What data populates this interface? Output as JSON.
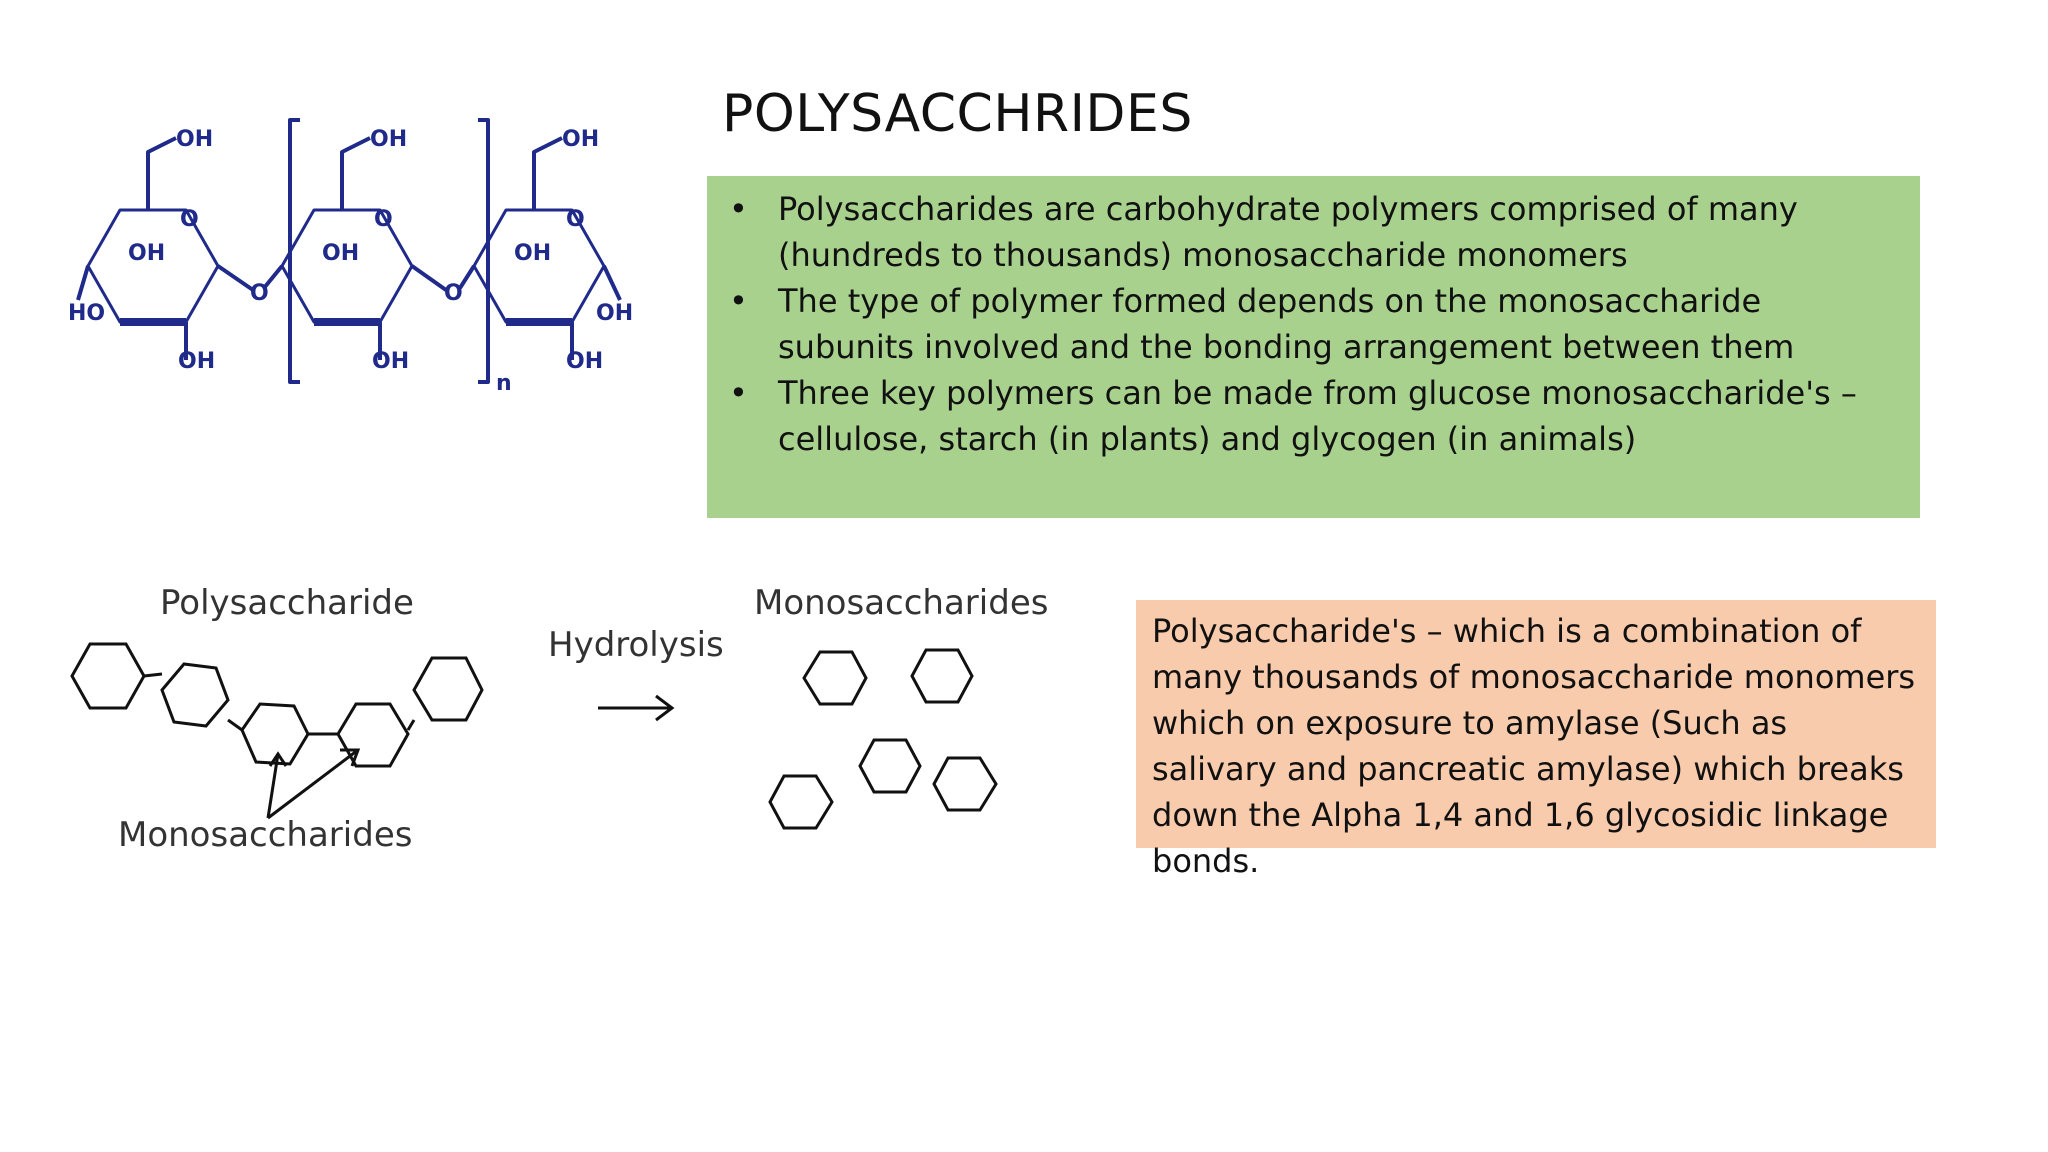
{
  "slide": {
    "title": "POLYSACCHRIDES",
    "bullets": [
      "Polysaccharides are carbohydrate polymers comprised of many (hundreds to thousands) monosaccharide monomers",
      "The type of polymer formed depends on the monosaccharide subunits involved and the bonding arrangement between them",
      "Three key polymers can be made from glucose monosaccharide's – cellulose, starch (in plants) and glycogen (in animals)"
    ],
    "note": "Polysaccharide's – which is a combination of many thousands of monosaccharide monomers which on exposure to amylase (Such as salivary and pancreatic amylase) which breaks down the Alpha 1,4 and 1,6 glycosidic linkage bonds.",
    "colors": {
      "green_box": "#a9d18e",
      "peach_box": "#f8cbad",
      "molecule_stroke": "#1f2a8a"
    }
  },
  "molecule": {
    "oh": "OH",
    "ho": "HO",
    "o": "O",
    "n": "n"
  },
  "hydrolysis": {
    "polysaccharide_label": "Polysaccharide",
    "arrow_label": "Hydrolysis",
    "monosaccharides_label": "Monosaccharides",
    "monomers_label": "Monosaccharides"
  }
}
